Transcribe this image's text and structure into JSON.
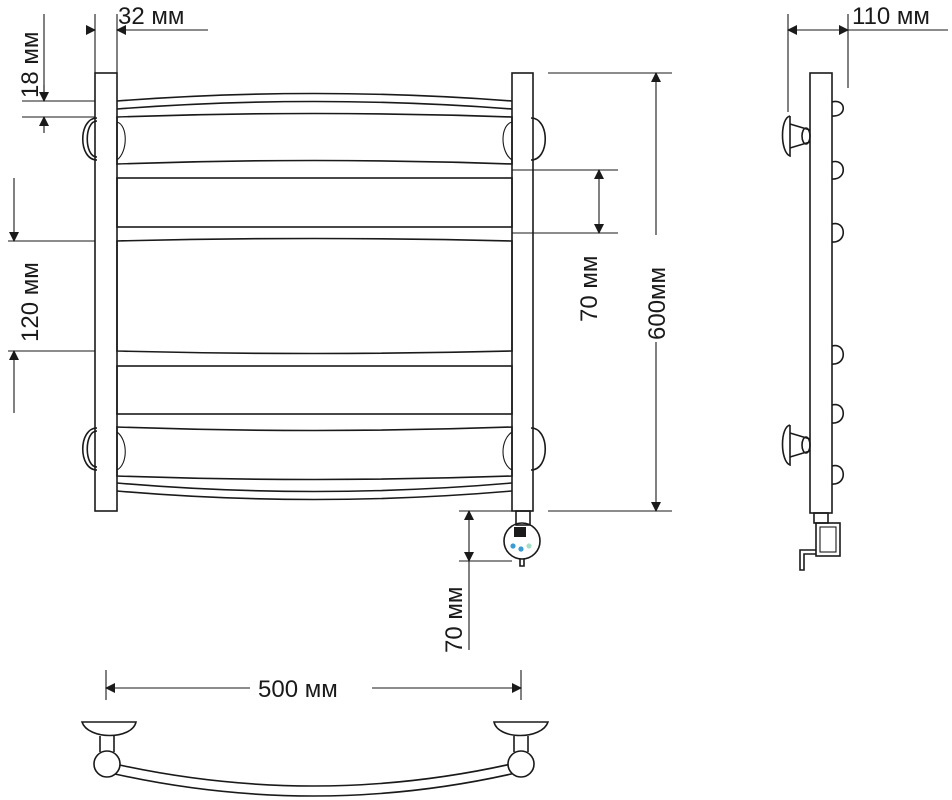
{
  "dimensions": {
    "pipe_diameter": "32 мм",
    "depth": "110 мм",
    "top_offset": "18 мм",
    "bar_spacing_large": "120 мм",
    "bar_spacing_small": "70 мм",
    "total_height": "600мм",
    "heater_offset": "70 мм",
    "total_width": "500 мм"
  },
  "colors": {
    "line": "#1a1a1a",
    "background": "#ffffff",
    "heater_dot_1": "#3a9bd5",
    "heater_dot_2": "#a7e0c8"
  }
}
